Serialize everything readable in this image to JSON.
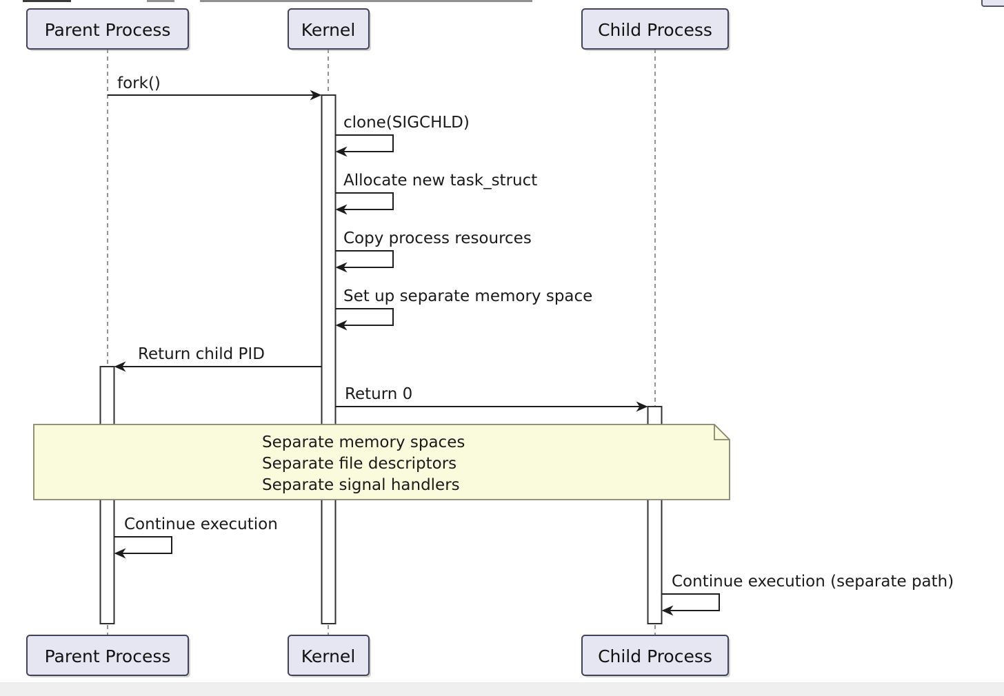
{
  "diagram_type": "uml-sequence-diagram",
  "participants": [
    {
      "label": "Parent Process"
    },
    {
      "label": "Kernel"
    },
    {
      "label": "Child Process"
    }
  ],
  "messages": {
    "fork": "fork()",
    "clone": "clone(SIGCHLD)",
    "allocate": "Allocate new task_struct",
    "copy": "Copy process resources",
    "setup": "Set up separate memory space",
    "return_pid": "Return child PID",
    "return_zero": "Return 0",
    "continue_parent": "Continue execution",
    "continue_child": "Continue execution (separate path)"
  },
  "note": {
    "lines": [
      "Separate memory spaces",
      "Separate file descriptors",
      "Separate signal handlers"
    ]
  },
  "colors": {
    "participant_fill": "#e6e6f2",
    "participant_border": "#41415a",
    "note_fill": "#fafbdc",
    "note_border": "#85856b",
    "message_line": "#1c1c1c",
    "lifeline": "#787878",
    "background": "#ffffff"
  }
}
